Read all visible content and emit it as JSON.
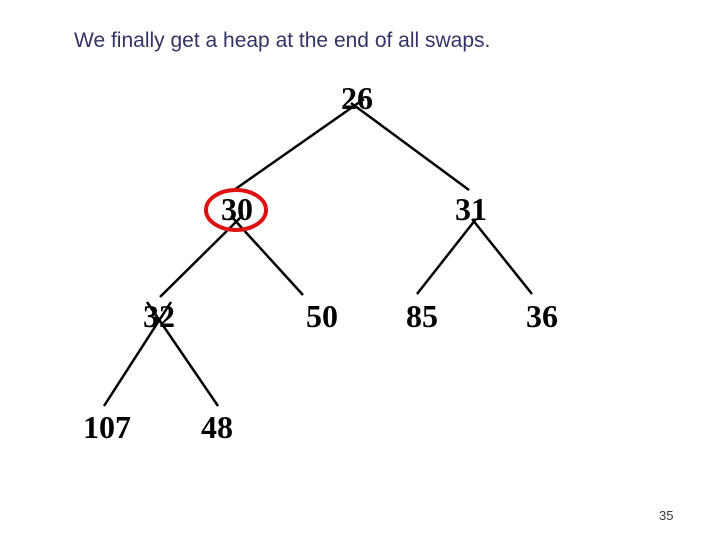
{
  "slide": {
    "title": "We finally get a heap at the end of all swaps.",
    "page_number": "35"
  },
  "colors": {
    "title_text": "#333366",
    "tree_lines": "#000000",
    "node_text": "#000000",
    "highlight_ring": "#dd1111",
    "background": "#ffffff"
  },
  "heap": {
    "type": "binary-tree",
    "highlighted_node": "30",
    "nodes": [
      {
        "value": "26",
        "parent": null,
        "level": 0,
        "highlighted": false
      },
      {
        "value": "30",
        "parent": "26",
        "level": 1,
        "highlighted": true
      },
      {
        "value": "31",
        "parent": "26",
        "level": 1,
        "highlighted": false
      },
      {
        "value": "32",
        "parent": "30",
        "level": 2,
        "highlighted": false
      },
      {
        "value": "50",
        "parent": "30",
        "level": 2,
        "highlighted": false
      },
      {
        "value": "85",
        "parent": "31",
        "level": 2,
        "highlighted": false
      },
      {
        "value": "36",
        "parent": "31",
        "level": 2,
        "highlighted": false
      },
      {
        "value": "107",
        "parent": "32",
        "level": 3,
        "highlighted": false
      },
      {
        "value": "48",
        "parent": "32",
        "level": 3,
        "highlighted": false
      }
    ],
    "edges": [
      [
        "26",
        "30"
      ],
      [
        "26",
        "31"
      ],
      [
        "30",
        "32"
      ],
      [
        "30",
        "50"
      ],
      [
        "31",
        "85"
      ],
      [
        "31",
        "36"
      ],
      [
        "32",
        "107"
      ],
      [
        "32",
        "48"
      ]
    ]
  }
}
